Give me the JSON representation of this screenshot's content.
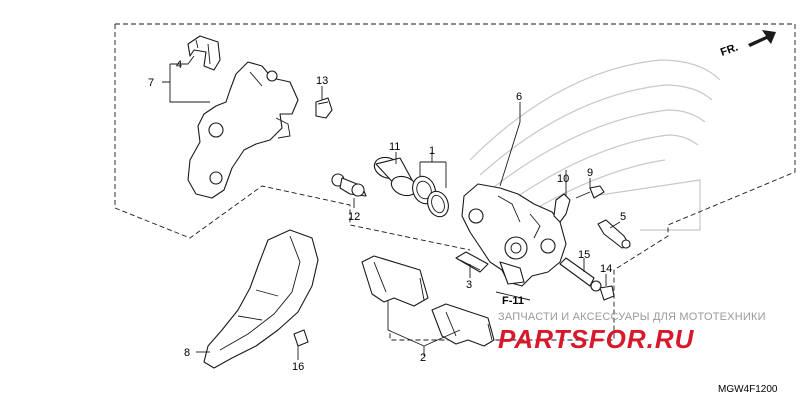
{
  "diagram": {
    "callouts": [
      "1",
      "2",
      "3",
      "4",
      "5",
      "6",
      "7",
      "8",
      "9",
      "10",
      "11",
      "12",
      "13",
      "14",
      "15",
      "16"
    ],
    "reference_label": "F-11",
    "direction_label": "FR.",
    "part_code": "MGW4F1200"
  },
  "watermark": {
    "tagline": "ЗАПЧАСТИ И АКСЕССУАРЫ ДЛЯ МОТОТЕХНИКИ",
    "brand": "PARTSFOR.RU",
    "brand_color": "#d8182b"
  }
}
